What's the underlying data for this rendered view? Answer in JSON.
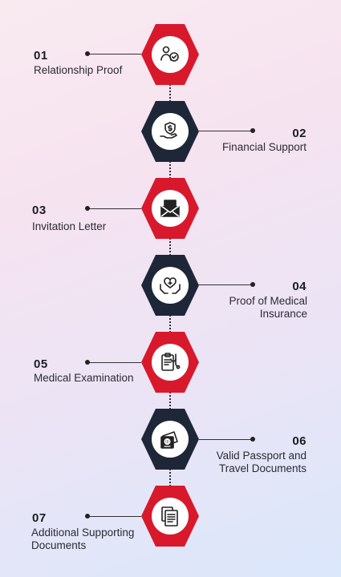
{
  "steps": [
    {
      "number": "01",
      "label": "Relationship Proof",
      "icon": "verified-person-icon",
      "color": "#d8192c"
    },
    {
      "number": "02",
      "label": "Financial Support",
      "icon": "money-hand-icon",
      "color": "#1e2738"
    },
    {
      "number": "03",
      "label": "Invitation Letter",
      "icon": "envelope-icon",
      "color": "#d8192c"
    },
    {
      "number": "04",
      "label": "Proof of Medical\nInsurance",
      "icon": "heart-hands-icon",
      "color": "#1e2738"
    },
    {
      "number": "05",
      "label": "Medical Examination",
      "icon": "clipboard-stethoscope-icon",
      "color": "#d8192c"
    },
    {
      "number": "06",
      "label": "Valid Passport and\nTravel Documents",
      "icon": "passport-icon",
      "color": "#1e2738"
    },
    {
      "number": "07",
      "label": "Additional Supporting\nDocuments",
      "icon": "documents-icon",
      "color": "#d8192c"
    }
  ]
}
